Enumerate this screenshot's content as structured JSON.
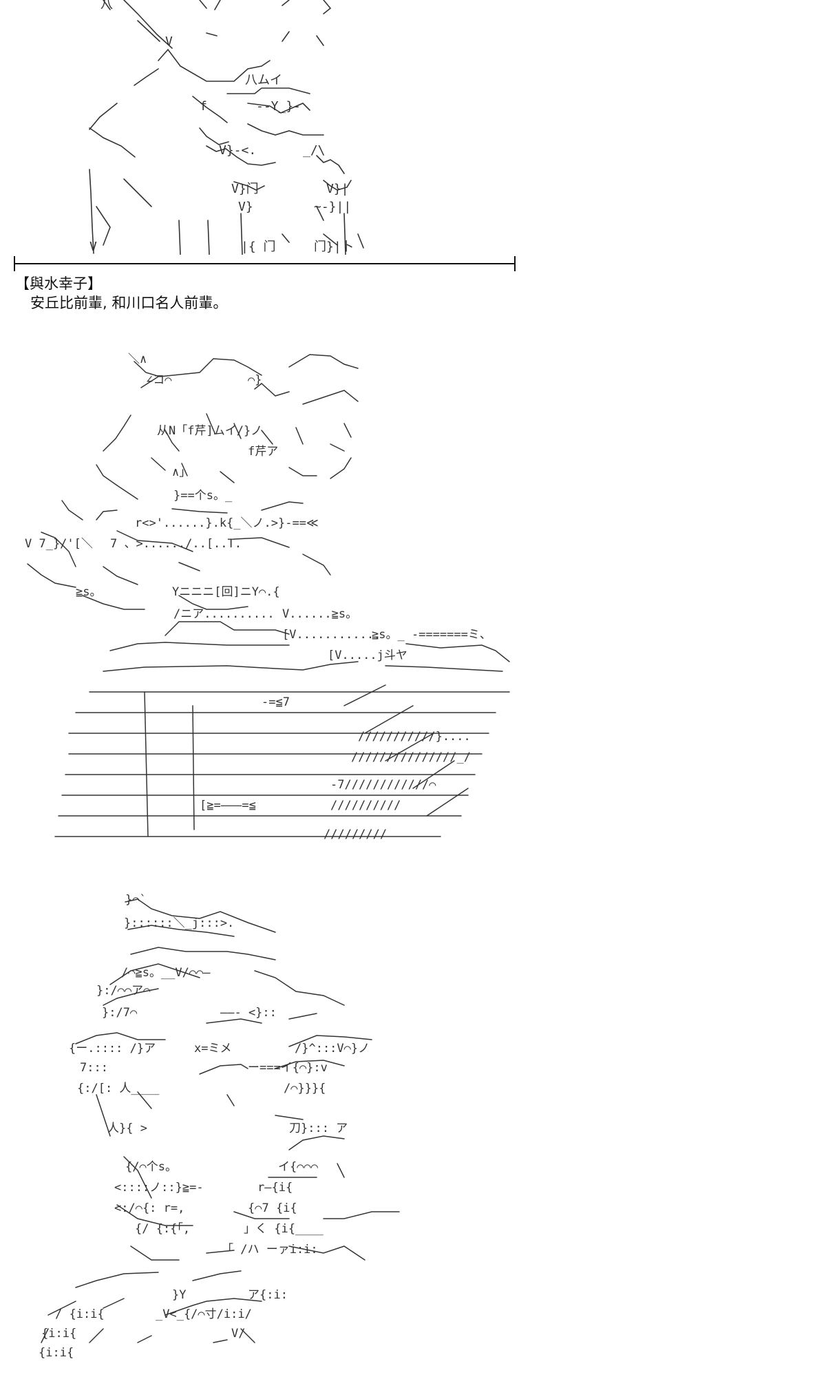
{
  "dialogue": {
    "speaker": "【與水幸子】",
    "line": "安丘比前輩, 和川口名人前輩。"
  },
  "colors": {
    "background": "#ffffff",
    "ink": "#222222",
    "rule": "#111111"
  },
  "art_panels": [
    "ascii-art-top",
    "ascii-art-middle",
    "ascii-art-bottom"
  ]
}
